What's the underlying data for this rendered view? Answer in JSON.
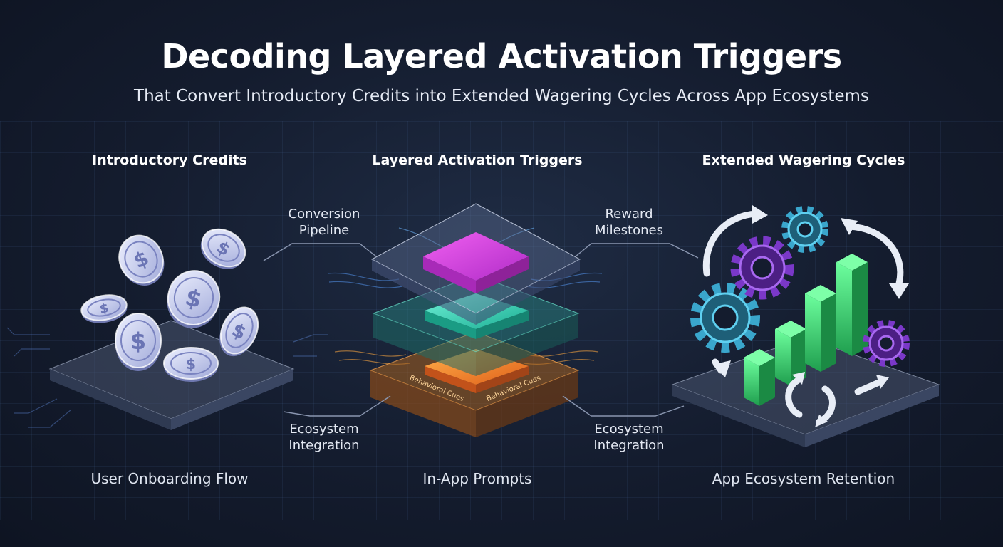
{
  "header": {
    "title": "Decoding Layered Activation Triggers",
    "subtitle": "That Convert Introductory Credits into Extended Wagering Cycles Across App Ecosystems"
  },
  "columns": {
    "left": {
      "heading": "Introductory Credits",
      "footer": "User Onboarding Flow"
    },
    "center": {
      "heading": "Layered Activation Triggers",
      "footer": "In-App Prompts"
    },
    "right": {
      "heading": "Extended Wagering Cycles",
      "footer": "App Ecosystem Retention"
    }
  },
  "callouts": {
    "top_left": {
      "line1": "Conversion",
      "line2": "Pipeline"
    },
    "top_right": {
      "line1": "Reward",
      "line2": "Milestones"
    },
    "bottom_left": {
      "line1": "Ecosystem",
      "line2": "Integration"
    },
    "bottom_right": {
      "line1": "Ecosystem",
      "line2": "Integration"
    }
  },
  "layer_labels": {
    "left": "Behavioral Cues",
    "right": "Behavioral Cues"
  },
  "icons": {
    "coins": "dollar-coin-icon",
    "gears": "gear-icon",
    "arrows": "cycle-arrow-icon",
    "bars": "growth-bar-chart-icon"
  },
  "colors": {
    "background": "#141c2e",
    "magenta": "#d63ad6",
    "teal": "#2fd3b8",
    "orange": "#f0892a",
    "green": "#3fe07a",
    "purple": "#8a3fd8",
    "cyan": "#4fb6d8"
  }
}
